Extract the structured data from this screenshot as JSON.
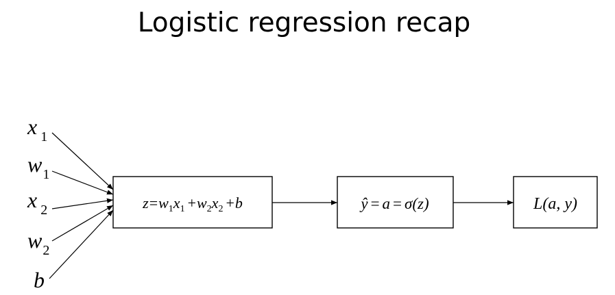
{
  "title": "Logistic regression recap",
  "inputs": [
    {
      "base": "x",
      "sub": "1"
    },
    {
      "base": "w",
      "sub": "1"
    },
    {
      "base": "x",
      "sub": "2"
    },
    {
      "base": "w",
      "sub": "2"
    },
    {
      "base": "b",
      "sub": ""
    }
  ],
  "boxes": [
    {
      "parts": [
        {
          "t": "z",
          "s": false
        },
        {
          "t": "=",
          "s": false,
          "up": true
        },
        {
          "t": "w",
          "s": false
        },
        {
          "t": "1",
          "s": true
        },
        {
          "t": "x",
          "s": false
        },
        {
          "t": "1",
          "s": true
        },
        {
          "t": "+",
          "s": false,
          "up": true
        },
        {
          "t": "w",
          "s": false
        },
        {
          "t": "2",
          "s": true
        },
        {
          "t": "x",
          "s": false
        },
        {
          "t": "2",
          "s": true
        },
        {
          "t": "+",
          "s": false,
          "up": true
        },
        {
          "t": "b",
          "s": false
        }
      ]
    },
    {
      "parts": [
        {
          "t": "ŷ",
          "s": false
        },
        {
          "t": "=",
          "s": false,
          "up": true
        },
        {
          "t": "a",
          "s": false
        },
        {
          "t": "=",
          "s": false,
          "up": true
        },
        {
          "t": "σ(z)",
          "s": false
        }
      ]
    },
    {
      "parts": [
        {
          "t": "L(a, y)",
          "s": false
        }
      ]
    }
  ]
}
